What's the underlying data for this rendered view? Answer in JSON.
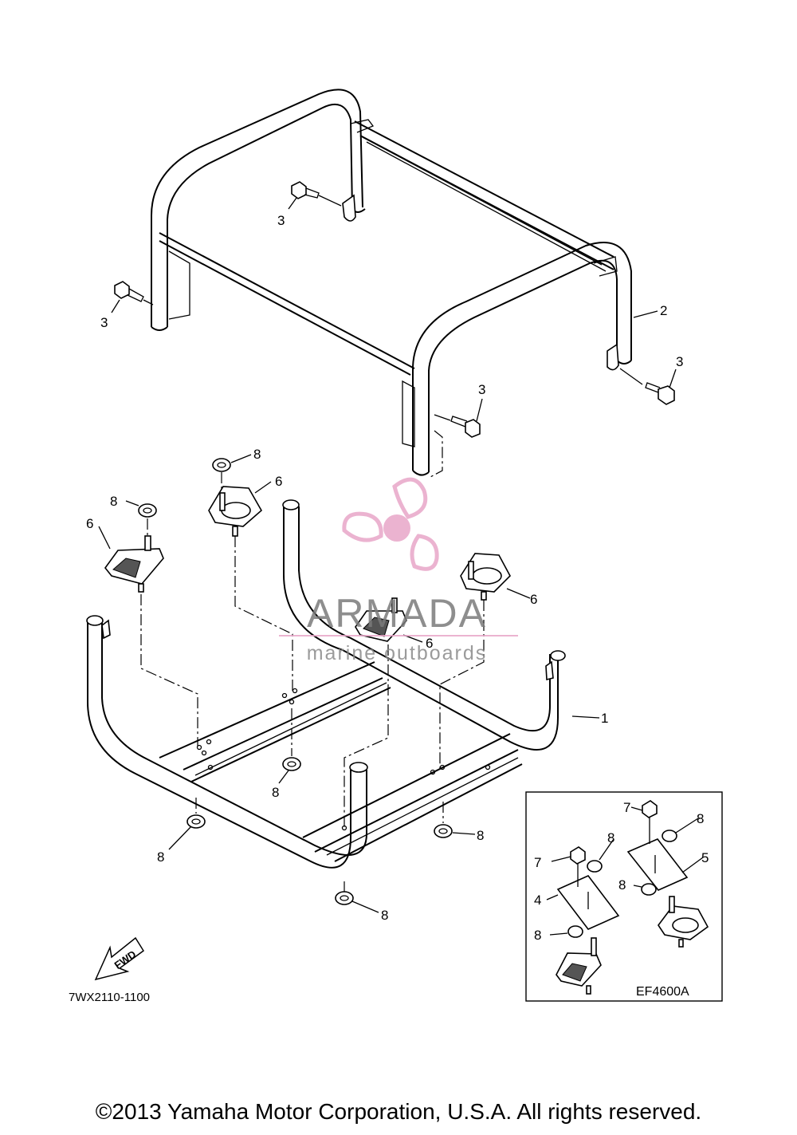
{
  "callouts": {
    "c1": "1",
    "c2": "2",
    "c3a": "3",
    "c3b": "3",
    "c3c": "3",
    "c3d": "3",
    "c4": "4",
    "c5": "5",
    "c6a": "6",
    "c6b": "6",
    "c6c": "6",
    "c6d": "6",
    "c7a": "7",
    "c7b": "7",
    "c8a": "8",
    "c8b": "8",
    "c8c": "8",
    "c8d": "8",
    "c8e": "8",
    "c8f": "8",
    "c8g": "8",
    "c8h": "8",
    "c8i": "8",
    "c8j": "8"
  },
  "fwd_label": "FWD",
  "diagram_code": "7WX2110-1100",
  "inset_code": "EF4600A",
  "watermark": {
    "title": "ARMADA",
    "subtitle": "marine outboards",
    "logo_color": "#e8a6c8"
  },
  "copyright": "©2013 Yamaha Motor Corporation, U.S.A. All rights reserved."
}
